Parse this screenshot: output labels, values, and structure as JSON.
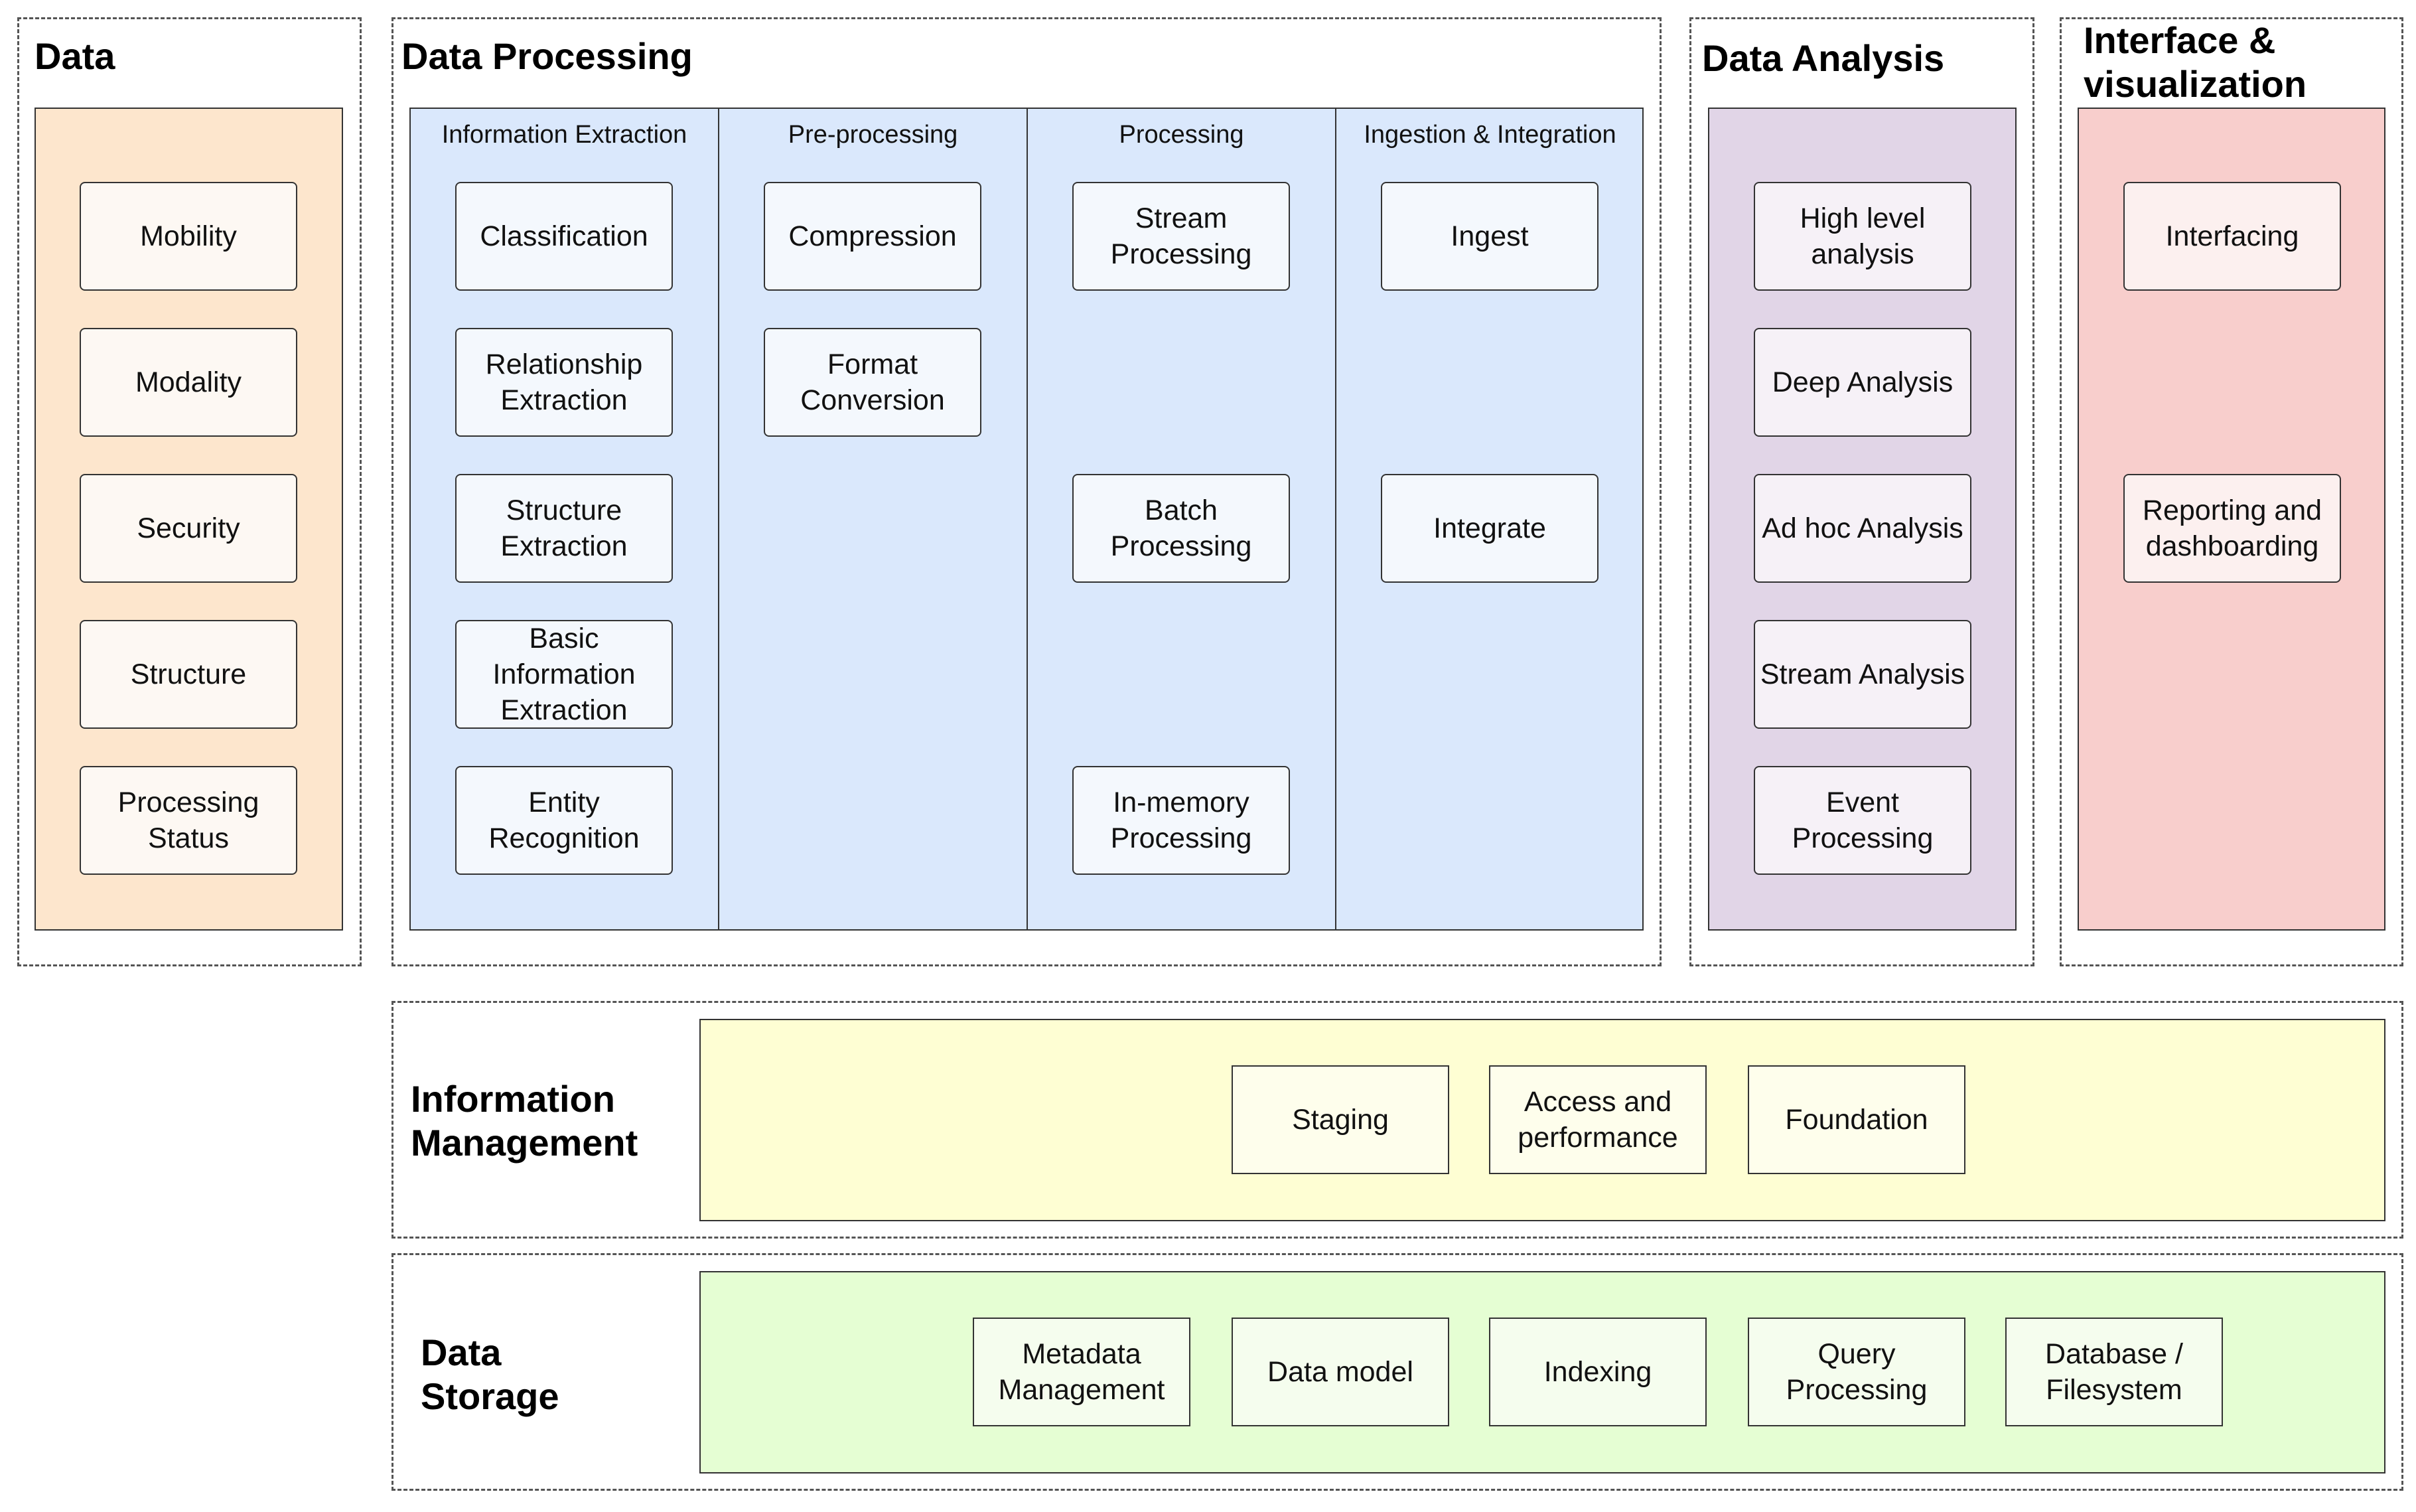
{
  "colors": {
    "data_panel": "#fde6cd",
    "processing_panel": "#dae8fc",
    "analysis_panel": "#e1d5e7",
    "interface_panel": "#f8cecc",
    "info_mgmt_panel": "#fefed3",
    "storage_panel": "#e5fed3",
    "border": "#333333"
  },
  "data": {
    "title": "Data",
    "items": [
      "Mobility",
      "Modality",
      "Security",
      "Structure",
      "Processing\nStatus"
    ]
  },
  "processing": {
    "title": "Data Processing",
    "columns": [
      {
        "title": "Information Extraction",
        "items": [
          "Classification",
          "Relationship\nExtraction",
          "Structure\nExtraction",
          "Basic\nInformation\nExtraction",
          "Entity\nRecognition"
        ]
      },
      {
        "title": "Pre-processing",
        "items": [
          "Compression",
          "Format\nConversion"
        ]
      },
      {
        "title": "Processing",
        "items": [
          "Stream\nProcessing",
          "Batch\nProcessing",
          "In-memory\nProcessing"
        ]
      },
      {
        "title": "Ingestion & Integration",
        "items": [
          "Ingest",
          "Integrate"
        ]
      }
    ]
  },
  "analysis": {
    "title": "Data Analysis",
    "items": [
      "High level\nanalysis",
      "Deep Analysis",
      "Ad hoc Analysis",
      "Stream Analysis",
      "Event\nProcessing"
    ]
  },
  "interface": {
    "title": "Interface &\nvisualization",
    "items": [
      "Interfacing",
      "Reporting and\ndashboarding"
    ]
  },
  "info_management": {
    "title": "Information\nManagement",
    "items": [
      "Staging",
      "Access and\nperformance",
      "Foundation"
    ]
  },
  "storage": {
    "title": "Data\nStorage",
    "items": [
      "Metadata\nManagement",
      "Data model",
      "Indexing",
      "Query\nProcessing",
      "Database /\nFilesystem"
    ]
  }
}
